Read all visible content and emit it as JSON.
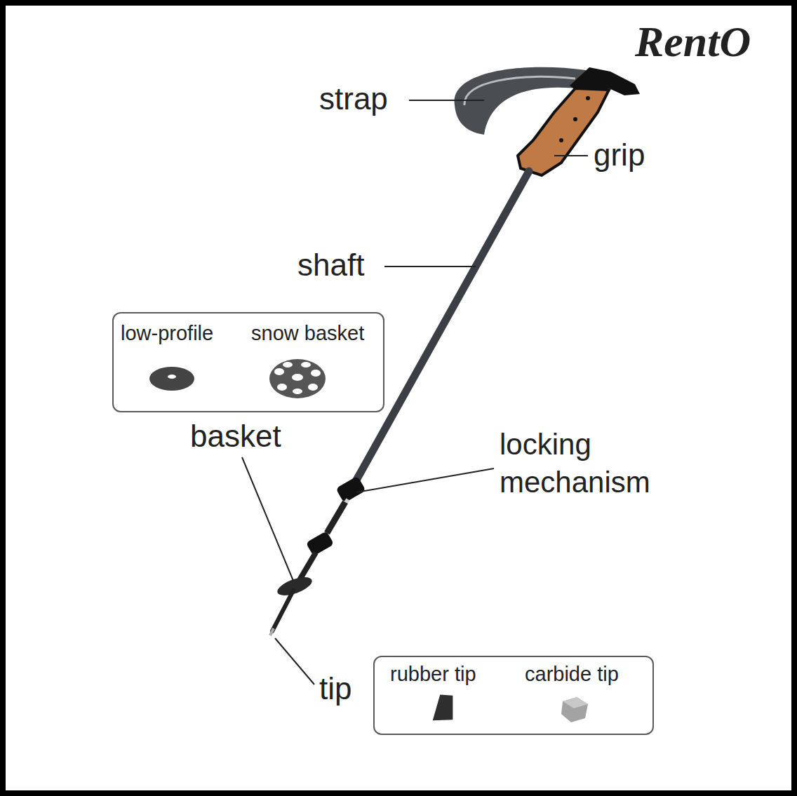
{
  "diagram": {
    "nodes": [
      {
        "text": [
          "low-profile",
          "snow basket"
        ]
      },
      {
        "text": [
          "rubber tip",
          "carbide tip"
        ]
      }
    ],
    "labels": [
      "RentO",
      "strap",
      "grip",
      "shaft",
      "basket",
      "locking mechanism",
      "tip"
    ]
  }
}
